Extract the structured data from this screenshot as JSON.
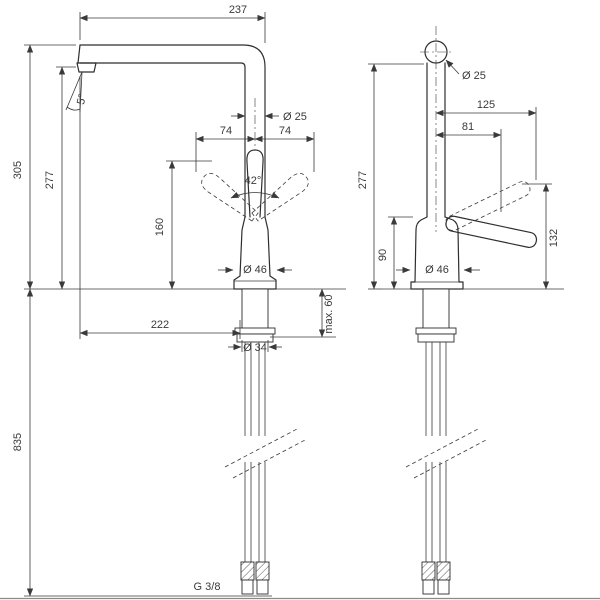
{
  "drawing": {
    "front": {
      "spout_reach": "237",
      "total_height": "305",
      "outlet_height": "277",
      "spout_angle": "5°",
      "pipe_diameter": "Ø 25",
      "handle_swing_left": "74",
      "handle_swing_right": "74",
      "handle_angle": "42°",
      "handle_height": "160",
      "base_diameter": "Ø 46",
      "outlet_to_axis": "222",
      "shank_diameter": "Ø 34",
      "max_deck_thickness": "max. 60",
      "hose_length": "835",
      "connection_thread": "G 3/8"
    },
    "side": {
      "pipe_diameter": "Ø 25",
      "depth_total": "125",
      "depth_handle": "81",
      "outlet_height": "277",
      "handle_tip_height": "132",
      "body_height": "90",
      "base_diameter": "Ø 46"
    }
  }
}
